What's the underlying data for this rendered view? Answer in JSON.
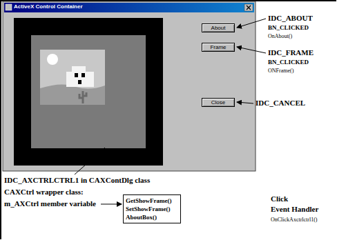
{
  "diagram": {
    "nodes": [
      {
        "text": [
          "ActiveX Control Container"
        ]
      },
      {
        "text": [
          "About"
        ],
        "in": 0
      },
      {
        "text": [
          "Frame"
        ],
        "in": 0
      },
      {
        "text": [
          "Close"
        ],
        "in": 0
      },
      {
        "text": [
          "GetShowFrame()",
          "SetShowFrame()",
          "AboutBox()"
        ]
      }
    ],
    "labels": [
      "IDC_ABOUT",
      "BN_CLICKED",
      "OnAbout()",
      "IDC_FRAME",
      "BN_CLICKED",
      "ONFrame()",
      "IDC_CANCEL",
      "IDC_AXCTRLCTRL1 in CAXContDlg class",
      "CAXCtrl wrapper class:",
      "m_AXCtrl member variable",
      "Click",
      "Event Handler",
      "OnClickAxctrlctrl1()"
    ]
  }
}
